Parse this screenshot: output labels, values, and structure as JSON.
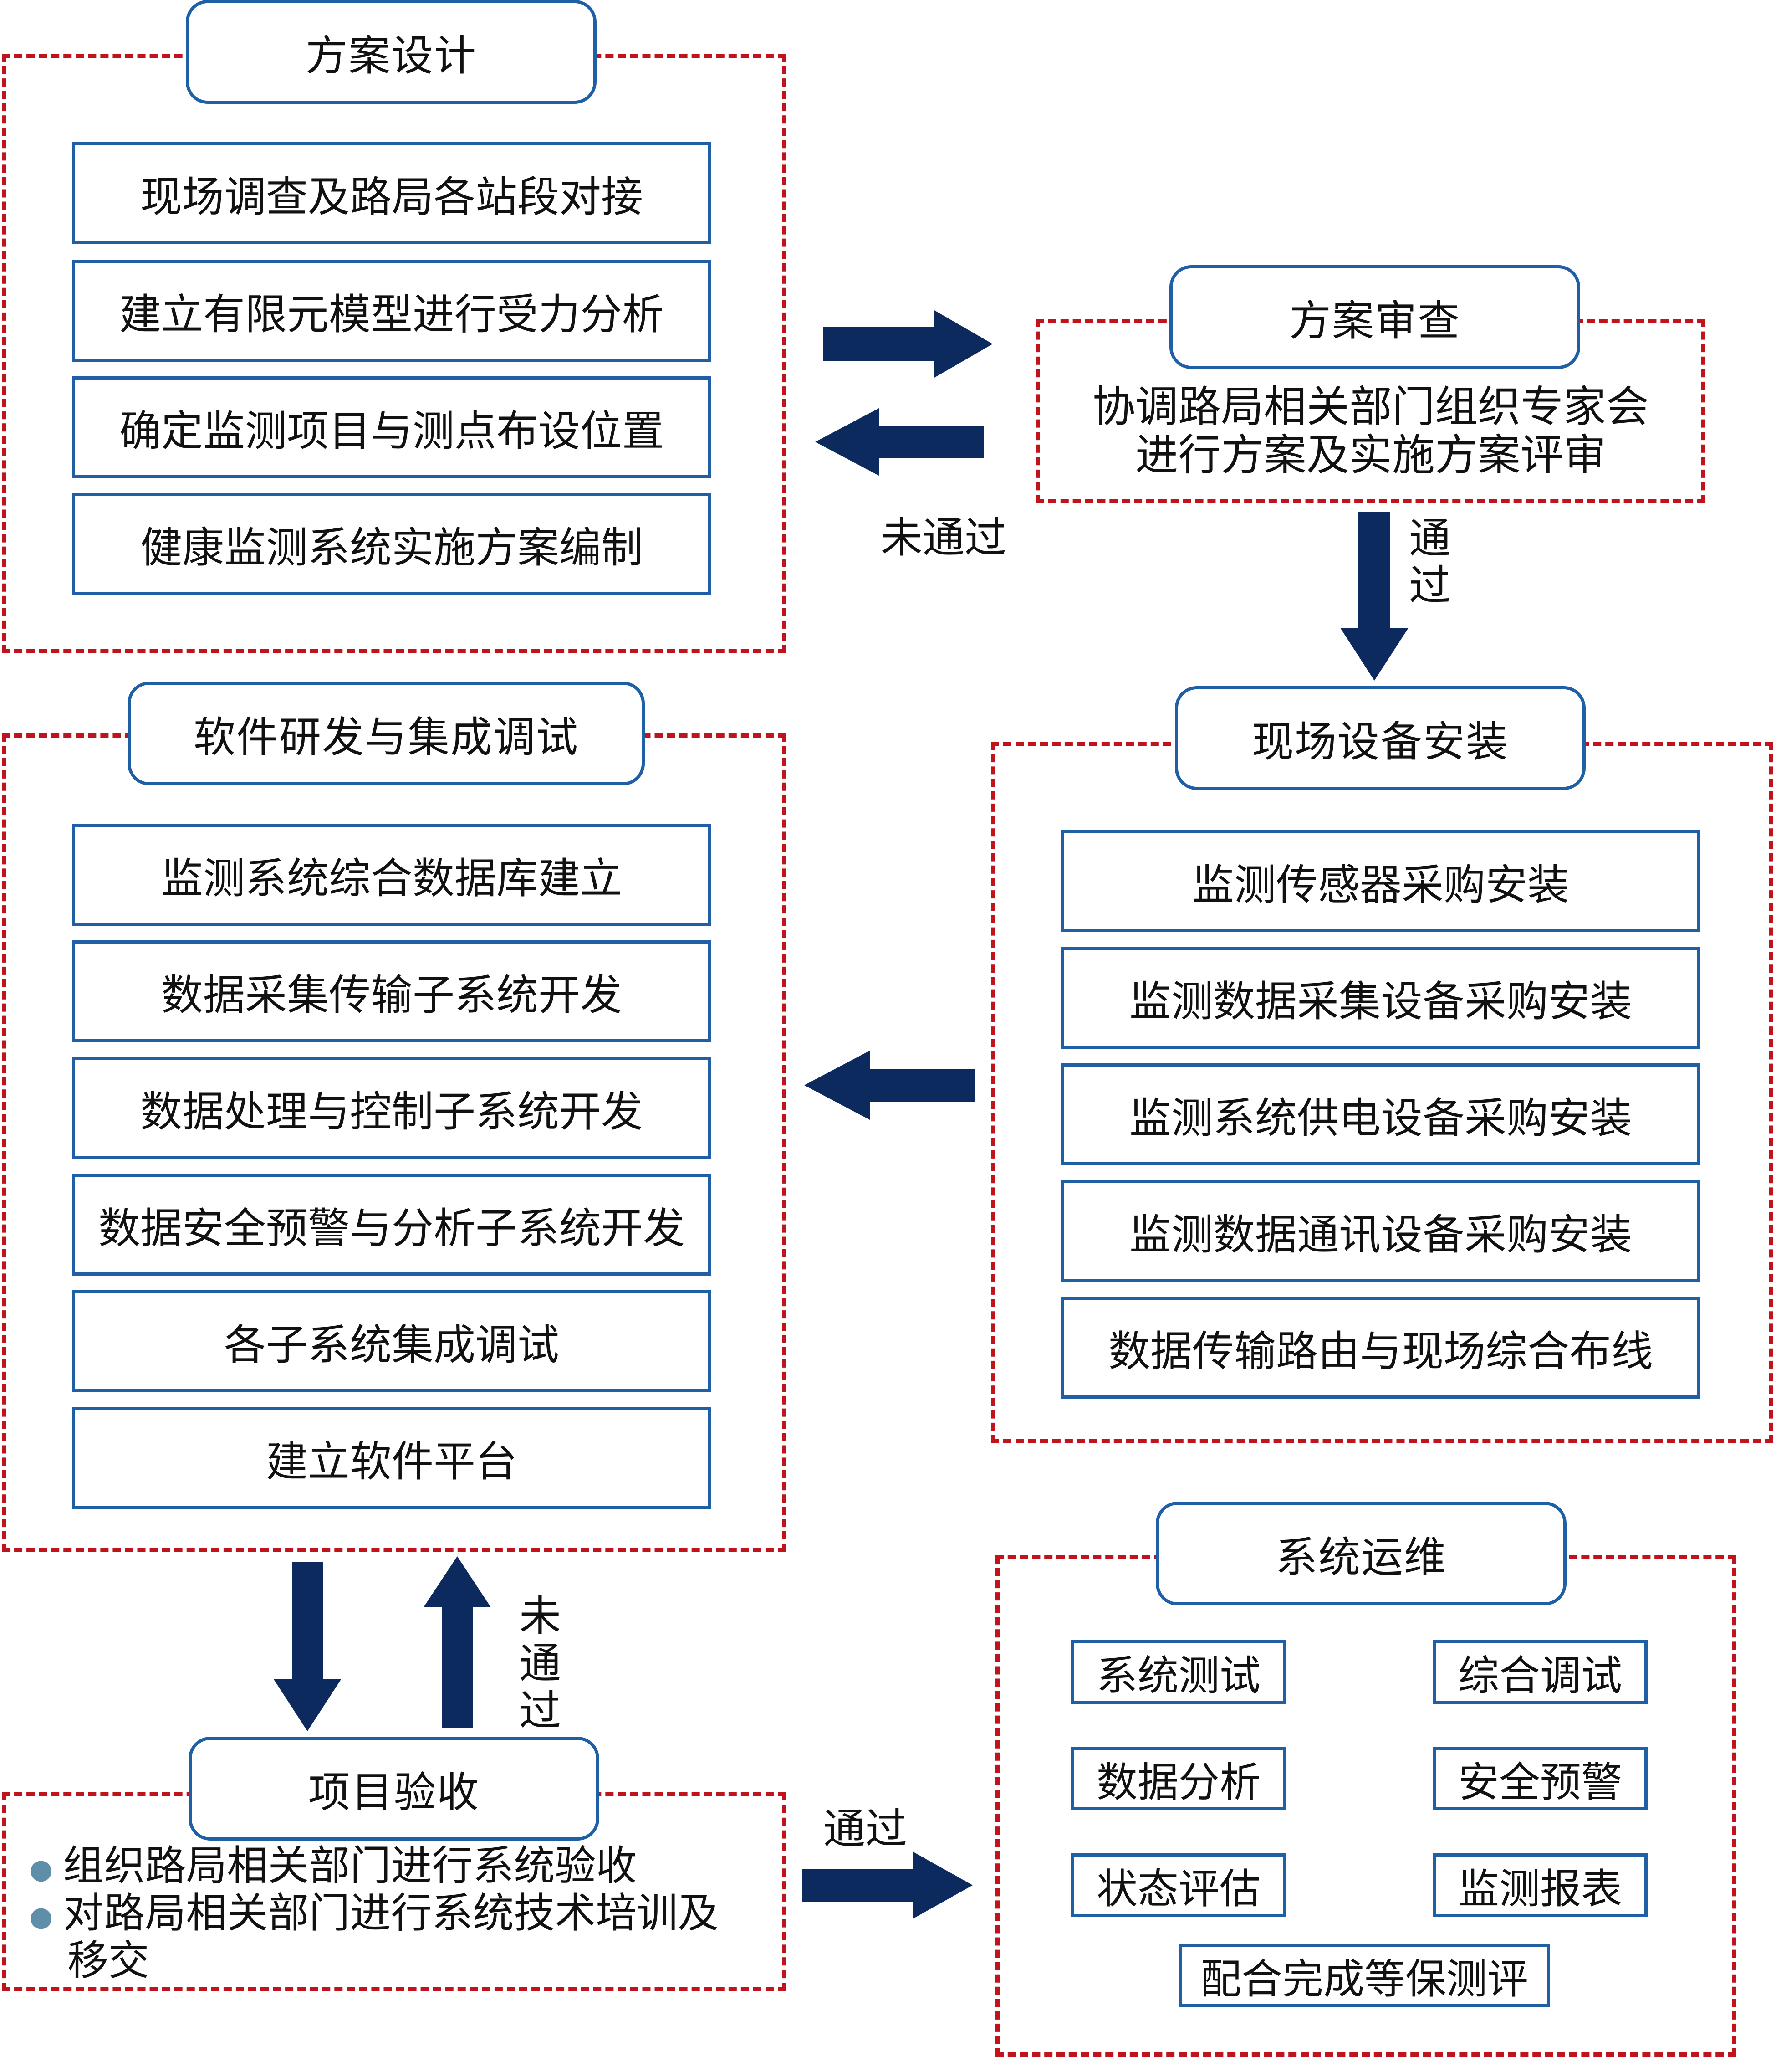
{
  "colors": {
    "dash_border": "#c0141c",
    "box_border": "#1f5fa6",
    "arrow": "#0d2a5e"
  },
  "sections": {
    "design": {
      "title": "方案设计",
      "items": [
        "现场调查及路局各站段对接",
        "建立有限元模型进行受力分析",
        "确定监测项目与测点布设位置",
        "健康监测系统实施方案编制"
      ]
    },
    "review": {
      "title": "方案审查",
      "text": [
        "协调路局相关部门组织专家会",
        "进行方案及实施方案评审"
      ]
    },
    "install": {
      "title": "现场设备安装",
      "items": [
        "监测传感器采购安装",
        "监测数据采集设备采购安装",
        "监测系统供电设备采购安装",
        "监测数据通讯设备采购安装",
        "数据传输路由与现场综合布线"
      ]
    },
    "software": {
      "title": "软件研发与集成调试",
      "items": [
        "监测系统综合数据库建立",
        "数据采集传输子系统开发",
        "数据处理与控制子系统开发",
        "数据安全预警与分析子系统开发",
        "各子系统集成调试",
        "建立软件平台"
      ]
    },
    "acceptance": {
      "title": "项目验收",
      "bullets": [
        "组织路局相关部门进行系统验收",
        "对路局相关部门进行系统技术培训及"
      ],
      "bullet_continuation": "移交"
    },
    "ops": {
      "title": "系统运维",
      "items": [
        "系统测试",
        "综合调试",
        "数据分析",
        "安全预警",
        "状态评估",
        "监测报表",
        "配合完成等保测评"
      ]
    }
  },
  "labels": {
    "not_passed_1": "未通过",
    "passed_1": "通过",
    "not_passed_2": "未通过",
    "passed_2": "通过"
  }
}
